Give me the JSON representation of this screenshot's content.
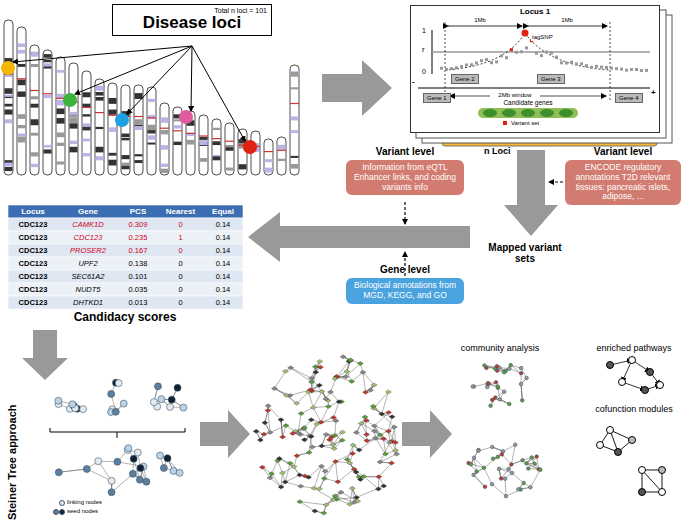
{
  "diagram": {
    "nodes": [
      {
        "text": [
          "Total n loci = 101",
          "Disease loci"
        ]
      },
      {
        "text": [
          "Locus 1"
        ]
      },
      {
        "text": [
          "Gene 2"
        ],
        "in": 1
      },
      {
        "text": [
          "Gene 3"
        ],
        "in": 1
      },
      {
        "text": [
          "Gene 1"
        ],
        "in": 1
      },
      {
        "text": [
          "Gene 4"
        ],
        "in": 1
      },
      {
        "text": [
          "Variant level",
          "Information from eQTL Enhancer links, and coding variants info"
        ]
      },
      {
        "text": [
          "Variant level",
          "ENCODE regulatory annotations T2D relevant tissues: pancreatic islets, adipose, ..."
        ]
      },
      {
        "text": [
          "Gene level",
          "Biological annotations from MGD, KEGG, and GO"
        ]
      }
    ],
    "labels": [
      "1",
      "1Mb",
      "1Mb",
      "tagSNP",
      "r",
      "0",
      "-",
      "+",
      "2Mb window",
      "Candidate genes",
      "Variant set",
      "n Loci",
      "Mapped variant sets",
      "Locus",
      "Gene",
      "PCS",
      "Nearest",
      "Equal",
      "CDC123",
      "CAMK1D",
      "0.309",
      "0",
      "0.14",
      "CDC123",
      "CDC123",
      "0.235",
      "1",
      "0.14",
      "CDC123",
      "PROSER2",
      "0.167",
      "0",
      "0.14",
      "CDC123",
      "UPF2",
      "0.138",
      "0",
      "0.14",
      "CDC123",
      "SEC61A2",
      "0.101",
      "0",
      "0.14",
      "CDC123",
      "NUDT5",
      "0.035",
      "0",
      "0.14",
      "CDC123",
      "DHTKD1",
      "0.013",
      "0",
      "0.14",
      "Candidacy scores",
      "Steiner Tree approach",
      "linking nodes",
      "seed nodes",
      "community analysis",
      "enriched pathways",
      "cofunction modules"
    ]
  }
}
